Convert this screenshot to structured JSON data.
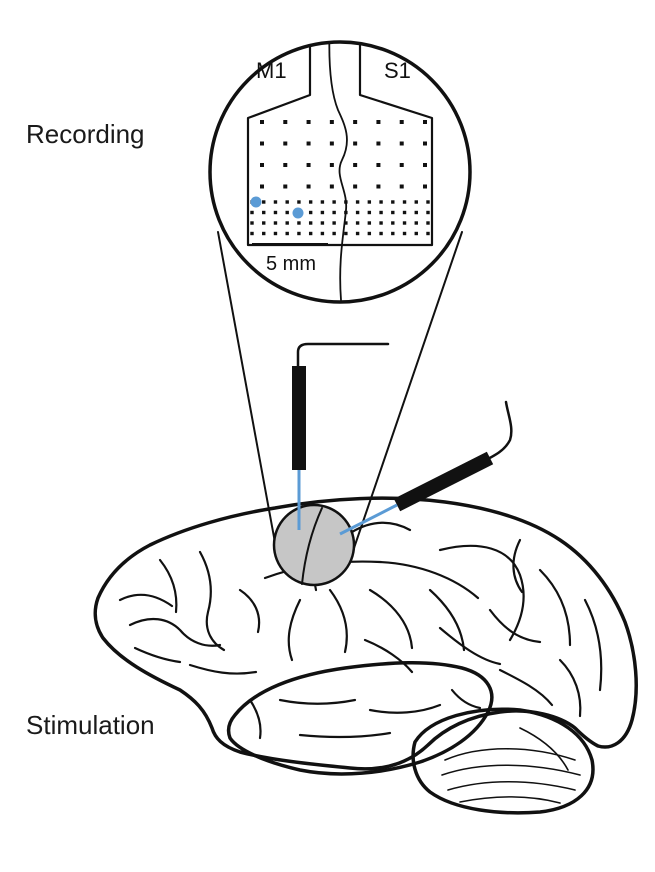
{
  "labels": {
    "recording": "Recording",
    "stimulation": "Stimulation",
    "region_left": "M1",
    "region_right": "S1",
    "scale_bar": "5 mm"
  },
  "array": {
    "sparse_rows": 4,
    "sparse_cols": 8,
    "dense_rows": 4,
    "dense_cols": 16,
    "highlighted_sites": 2
  },
  "colors": {
    "ink": "#111111",
    "electrode_blue": "#5b9bd5",
    "stim_site_gray": "#c6c6c6",
    "background": "#ffffff"
  }
}
